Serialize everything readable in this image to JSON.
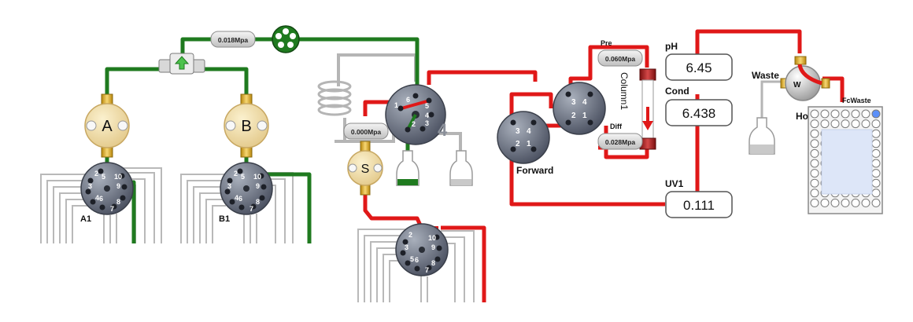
{
  "pressure_sensors": {
    "system": "0.018Mpa",
    "sample": "0.000Mpa",
    "pre": "0.060Mpa",
    "diff": "0.028Mpa"
  },
  "pumps": {
    "a": "A",
    "b": "B",
    "s": "S"
  },
  "inlet_valves": {
    "a": "A1",
    "b": "B1"
  },
  "injection_valve_ports": [
    "1",
    "2",
    "3",
    "4",
    "5",
    "6"
  ],
  "injection_valve_big_label": "4",
  "column_valve": {
    "label": "Forward",
    "ports": [
      "3",
      "4",
      "2",
      "1"
    ]
  },
  "column_valve2_ports": [
    "3",
    "4",
    "2",
    "1"
  ],
  "column": {
    "label": "Column1",
    "pre_label": "Pre",
    "diff_label": "Diff"
  },
  "monitors": {
    "ph_label": "pH",
    "ph_value": "6.45",
    "cond_label": "Cond",
    "cond_value": "6.438",
    "uv_label": "UV1",
    "uv_value": "0.111"
  },
  "outlet": {
    "waste_label": "Waste",
    "valve_letter": "W",
    "home_label": "Home",
    "fc_label": "FcWaste"
  },
  "colors": {
    "green_line": "#1f7a1f",
    "red_line": "#e01818",
    "gray_line": "#b5b5b5"
  }
}
